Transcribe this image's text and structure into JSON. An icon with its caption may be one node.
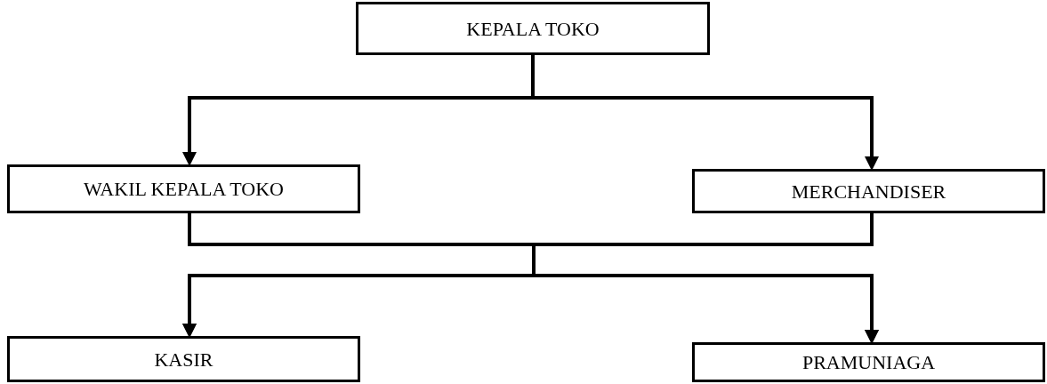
{
  "diagram": {
    "nodes": [
      {
        "text": [
          "KEPALA TOKO"
        ]
      },
      {
        "text": [
          "WAKIL KEPALA TOKO"
        ]
      },
      {
        "text": [
          "MERCHANDISER"
        ]
      },
      {
        "text": [
          "KASIR"
        ]
      },
      {
        "text": [
          "PRAMUNIAGA"
        ]
      }
    ],
    "edges": [
      {
        "from": 0,
        "to": 1,
        "arrow": "to"
      },
      {
        "from": 0,
        "to": 2,
        "arrow": "to"
      },
      {
        "from": 1,
        "to": 3,
        "arrow": "to"
      },
      {
        "from": 1,
        "to": 4,
        "arrow": "to"
      },
      {
        "from": 2,
        "to": 3,
        "arrow": "to"
      },
      {
        "from": 2,
        "to": 4,
        "arrow": "to"
      }
    ]
  }
}
